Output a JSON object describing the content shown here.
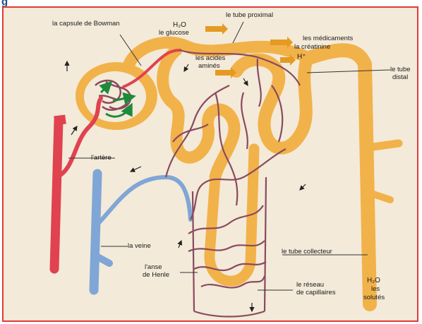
{
  "header": {
    "fragment": "g"
  },
  "diagram": {
    "labels": {
      "bowman": "la capsule de Bowman",
      "proximal": "le tube proximal",
      "water": "H₂O",
      "glucose": "le glucose",
      "drugs": "les médicaments",
      "creatinine": "la créatinine",
      "hplus": "H⁺",
      "amino_1": "les acides",
      "amino_2": "aminés",
      "distal_1": "le tube",
      "distal_2": "distal",
      "artery": "l'artère",
      "vein": "la veine",
      "henle_1": "l'anse",
      "henle_2": "de Henle",
      "collector": "le tube collecteur",
      "capillary_1": "le réseau",
      "capillary_2": "de capillaires",
      "bottom_water": "H₂O",
      "bottom_les": "les",
      "bottom_solutes": "solutés"
    },
    "colors": {
      "frame": "#e23a3a",
      "background": "#f3ead9",
      "tubule": "#f2b24a",
      "artery": "#e0424f",
      "vein": "#7fa6d6",
      "capillary": "#8a4a5e",
      "arrow_green": "#1e8a3c",
      "arrow_orange": "#e59a22"
    }
  }
}
